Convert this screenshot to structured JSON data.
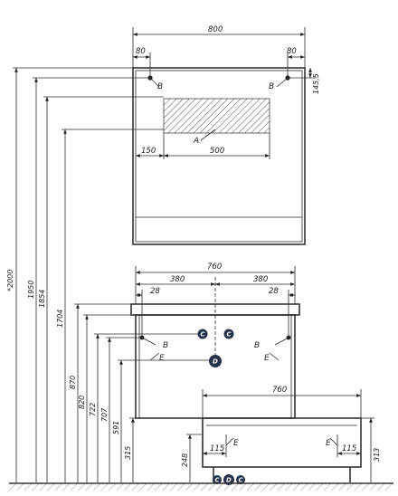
{
  "top_view": {
    "width": "800",
    "left_offset": "80",
    "right_offset": "80",
    "top_offset": "145,5",
    "hole_label_left": "B",
    "hole_label_right": "B",
    "zone_label": "A",
    "zone_offset": "150",
    "zone_width": "500"
  },
  "heights": [
    "*2000",
    "1950",
    "1854",
    "1704",
    "870",
    "820",
    "722",
    "707",
    "591",
    "315"
  ],
  "cabinet": {
    "width": "760",
    "half_left": "380",
    "half_right": "380",
    "inset_left": "28",
    "inset_right": "28",
    "label_c1": "C",
    "label_c2": "C",
    "label_d": "D",
    "label_b_left": "B",
    "label_b_right": "B",
    "label_e_left": "E",
    "label_e_right": "E"
  },
  "base": {
    "width": "760",
    "leg_offset_left": "115",
    "leg_offset_right": "115",
    "height_left": "248",
    "height_right": "313",
    "label_e_left": "E",
    "label_e_right": "E",
    "label_c_left": "C",
    "label_d": "D",
    "label_c_right": "C"
  }
}
